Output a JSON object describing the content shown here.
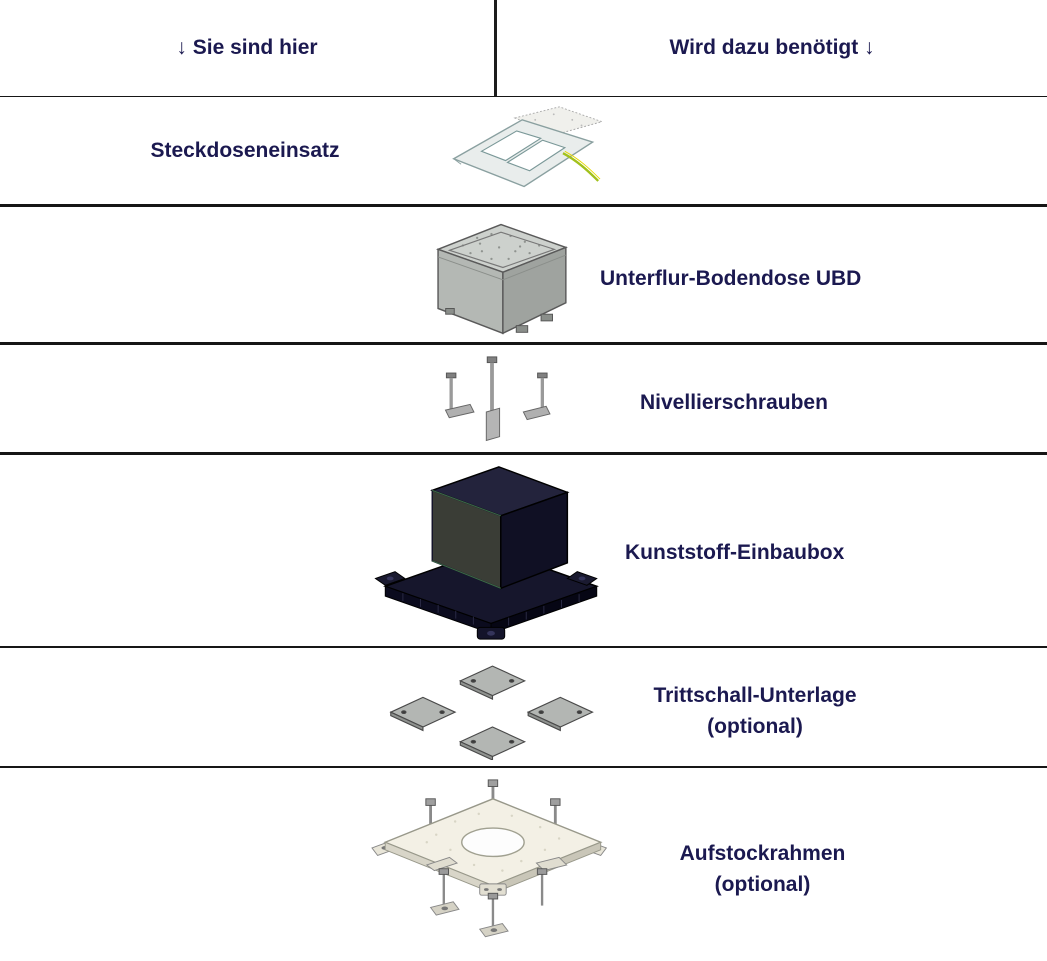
{
  "header": {
    "left": "↓ Sie sind hier",
    "right": "Wird dazu benötigt ↓"
  },
  "rows": [
    {
      "label": "Steckdoseneinsatz",
      "side": "left",
      "image": "socket-insert"
    },
    {
      "label": "Unterflur-Bodendose UBD",
      "side": "right",
      "image": "underfloor-box-ubd"
    },
    {
      "label": "Nivellierschrauben",
      "side": "right",
      "image": "leveling-screws"
    },
    {
      "label": "Kunststoff-Einbaubox",
      "side": "right",
      "image": "plastic-installation-box"
    },
    {
      "label": "Trittschall-Unterlage\n(optional)",
      "side": "right",
      "image": "impact-sound-underlay-pads"
    },
    {
      "label": "Aufstockrahmen\n(optional)",
      "side": "right",
      "image": "raising-frame"
    }
  ],
  "colors": {
    "text": "#1b1950",
    "line": "#161616",
    "cable_green": "#a2c11c"
  }
}
